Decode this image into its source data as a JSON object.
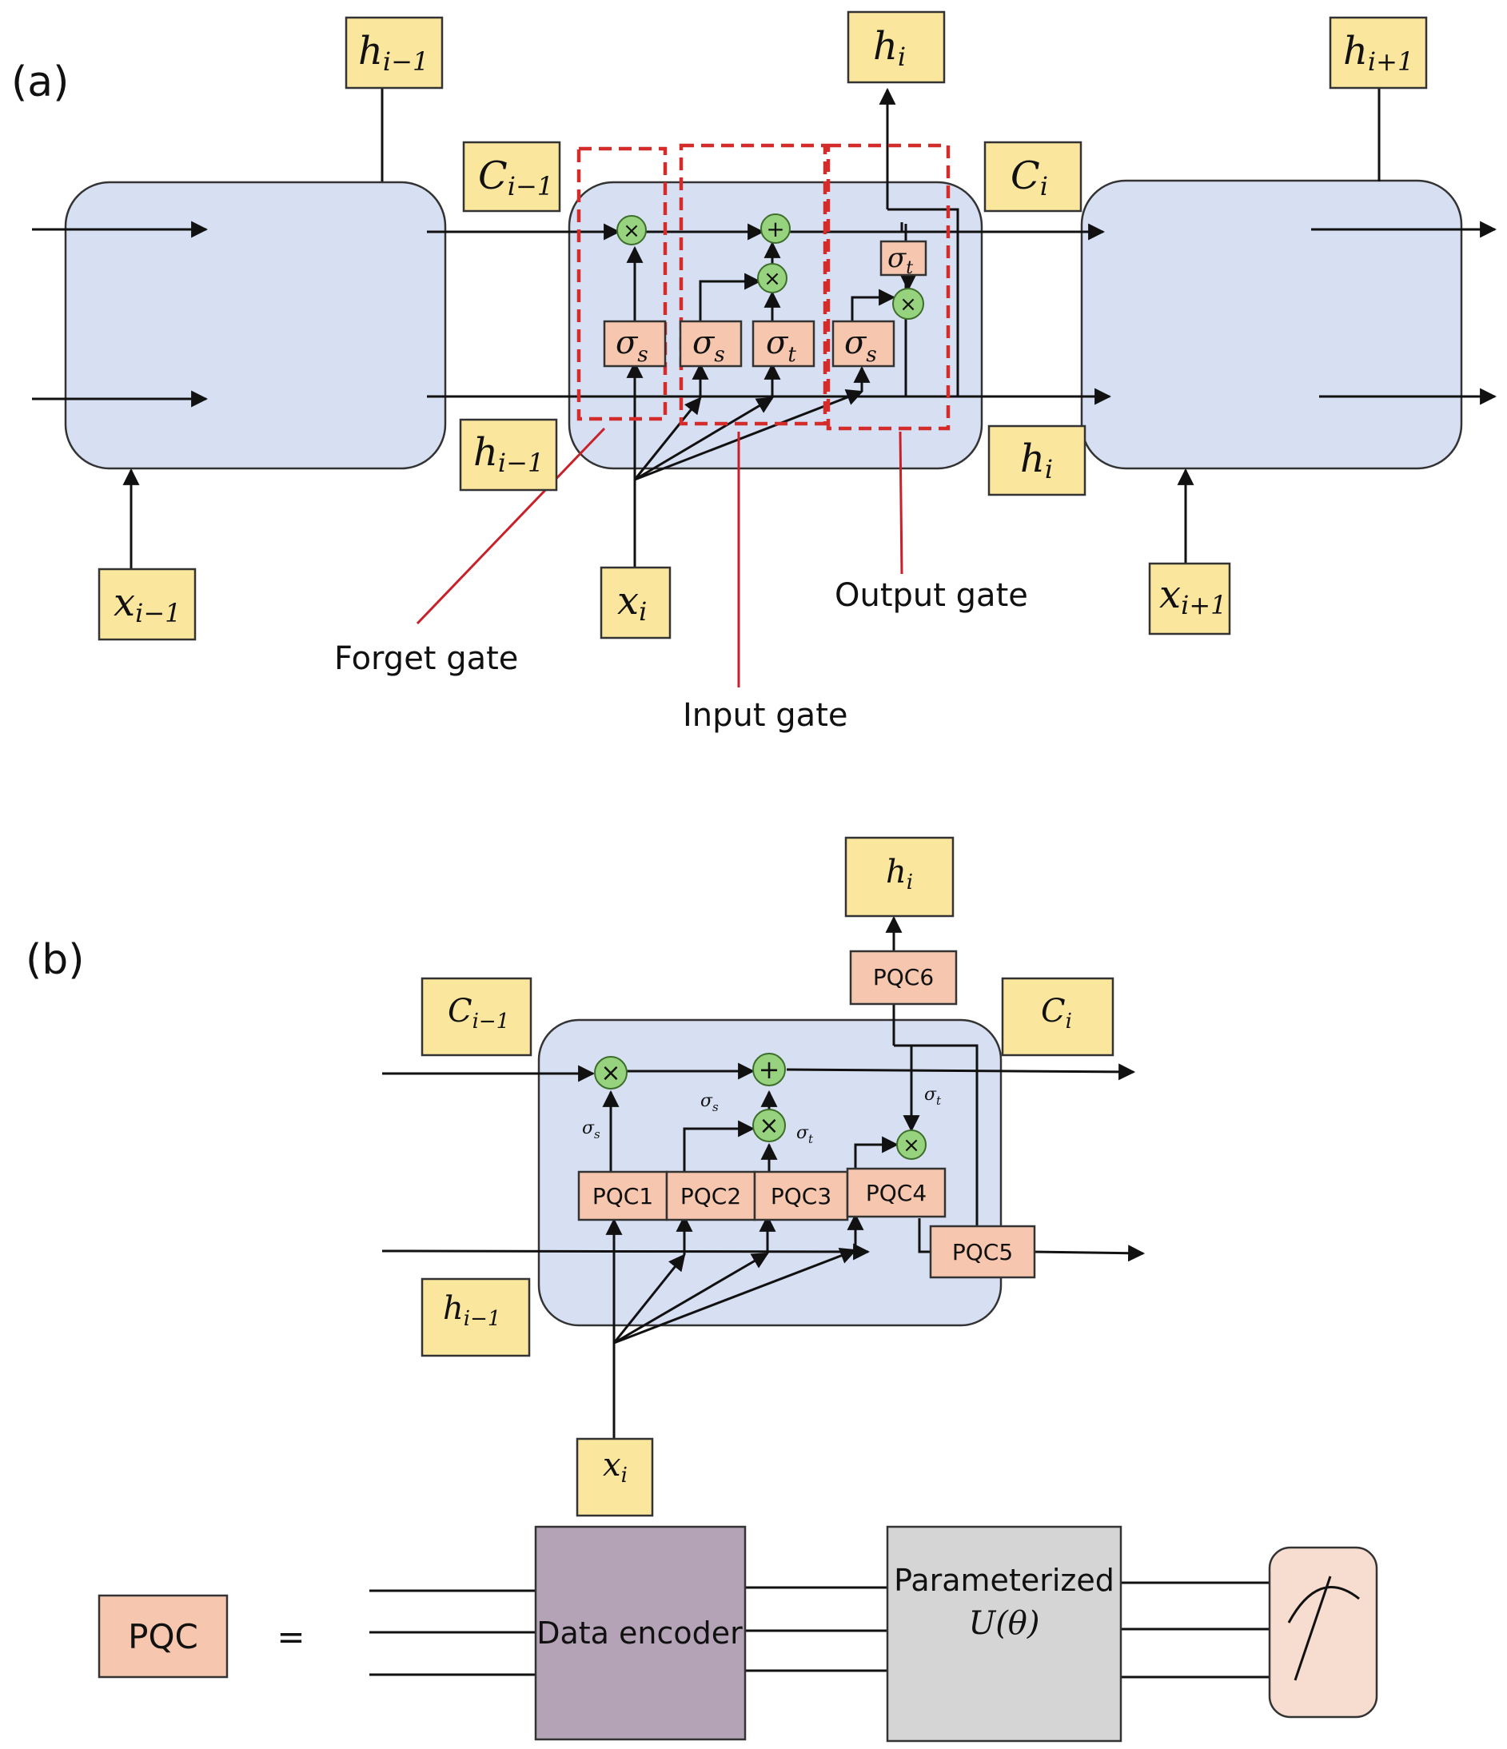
{
  "panels": {
    "a": "(a)",
    "b": "(b)"
  },
  "symbols": {
    "h": "h",
    "C": "C",
    "x": "x",
    "sigma": "σ",
    "sub_i": "i",
    "sub_im1": "i−1",
    "sub_ip1": "i+1",
    "sub_s": "s",
    "sub_t": "t",
    "times": "×",
    "plus": "+"
  },
  "gates": {
    "forget": "Forget gate",
    "input": "Input gate",
    "output": "Output gate"
  },
  "pqc_labels": [
    "PQC1",
    "PQC2",
    "PQC3",
    "PQC4",
    "PQC5",
    "PQC6"
  ],
  "pqc_definition": {
    "label": "PQC",
    "equals": "=",
    "encoder": "Data encoder",
    "unitary_title": "Parameterized",
    "unitary_symbol": "U(θ)"
  }
}
